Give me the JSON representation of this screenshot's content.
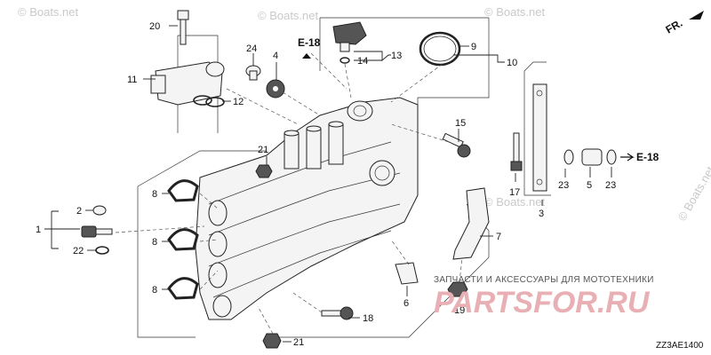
{
  "watermarks": [
    "© Boats.net",
    "© Boats.net",
    "© Boats.net",
    "© Boats.net",
    "© Boats.net"
  ],
  "orientation_label": "FR.",
  "reference_labels": {
    "top": "E-18",
    "right": "E-18"
  },
  "callouts": {
    "c1": "1",
    "c2": "2",
    "c3": "3",
    "c4": "4",
    "c5": "5",
    "c6": "6",
    "c7": "7",
    "c8a": "8",
    "c8b": "8",
    "c8c": "8",
    "c9": "9",
    "c10": "10",
    "c11": "11",
    "c12": "12",
    "c13": "13",
    "c14": "14",
    "c15": "15",
    "c17": "17",
    "c18": "18",
    "c19": "19",
    "c20": "20",
    "c21a": "21",
    "c21b": "21",
    "c22": "22",
    "c23a": "23",
    "c23b": "23",
    "c24": "24"
  },
  "shop": {
    "title": "ЗАПЧАСТИ И АКСЕССУАРЫ ДЛЯ МОТОТЕХНИКИ",
    "logo": "PARTSFOR.RU"
  },
  "diagram_code": "ZZ3AE1400"
}
